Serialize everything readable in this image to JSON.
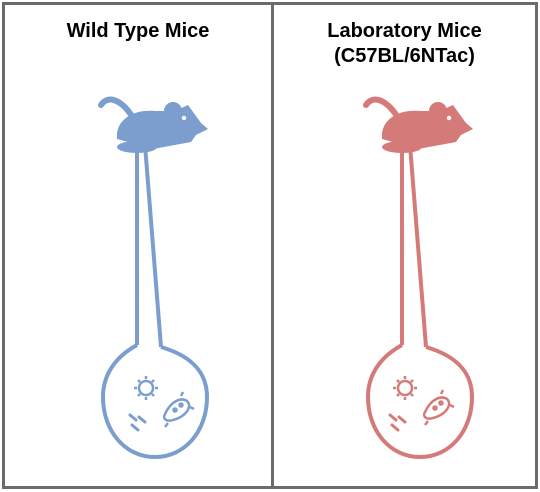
{
  "panels": [
    {
      "title_lines": [
        "Wild Type Mice"
      ],
      "color": "#7b9ecf"
    },
    {
      "title_lines": [
        "Laboratory Mice",
        "(C57BL/6NTac)"
      ],
      "color": "#d47a78"
    }
  ],
  "icons": {
    "animal": "mouse-icon",
    "container": "flask-icon",
    "microbe_1": "virus-icon",
    "microbe_2": "bacterium-icon",
    "microbe_3": "bacilli-icon"
  }
}
